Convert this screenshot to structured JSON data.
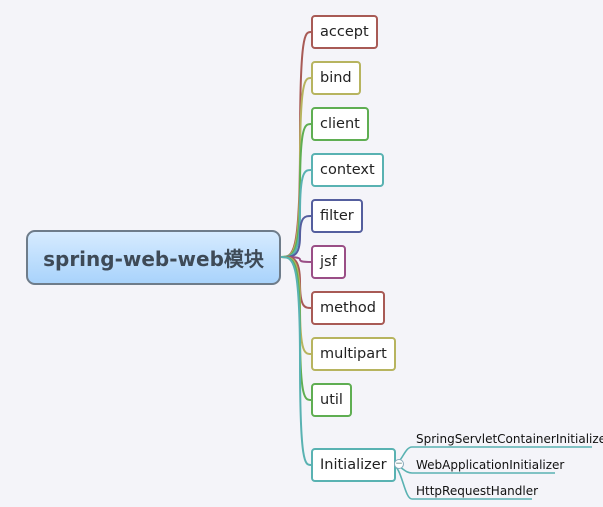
{
  "root": {
    "label": "spring-web-web模块"
  },
  "nodes": [
    {
      "label": "accept",
      "color": "#a85a55"
    },
    {
      "label": "bind",
      "color": "#b7b45f"
    },
    {
      "label": "client",
      "color": "#5fae52"
    },
    {
      "label": "context",
      "color": "#59b2b2"
    },
    {
      "label": "filter",
      "color": "#545e9e"
    },
    {
      "label": "jsf",
      "color": "#9a4e86"
    },
    {
      "label": "method",
      "color": "#a85a55"
    },
    {
      "label": "multipart",
      "color": "#b7b45f"
    },
    {
      "label": "util",
      "color": "#5fae52"
    },
    {
      "label": "Initializer",
      "color": "#59b2b2"
    }
  ],
  "initializer_children": [
    {
      "label": "SpringServletContainerInitializer"
    },
    {
      "label": "WebApplicationInitializer"
    },
    {
      "label": "HttpRequestHandler"
    }
  ]
}
